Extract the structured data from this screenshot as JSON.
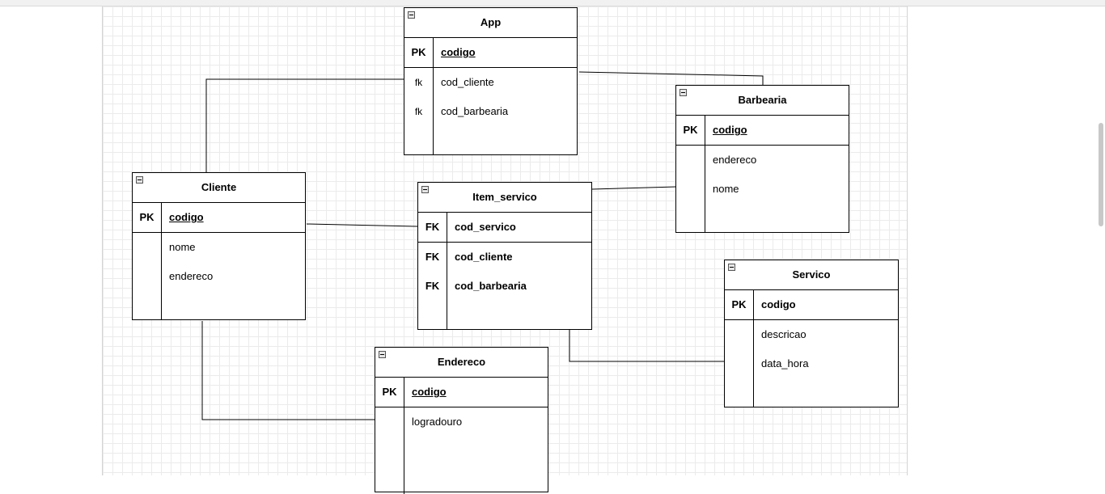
{
  "diagram": {
    "entities": {
      "app": {
        "title": "App",
        "pk": {
          "key": "PK",
          "field": "codigo"
        },
        "fields": [
          {
            "key": "fk",
            "name": "cod_cliente"
          },
          {
            "key": "fk",
            "name": "cod_barbearia"
          }
        ]
      },
      "barbearia": {
        "title": "Barbearia",
        "pk": {
          "key": "PK",
          "field": "codigo"
        },
        "fields": [
          {
            "key": "",
            "name": "endereco"
          },
          {
            "key": "",
            "name": "nome"
          }
        ]
      },
      "cliente": {
        "title": "Cliente",
        "pk": {
          "key": "PK",
          "field": "codigo"
        },
        "fields": [
          {
            "key": "",
            "name": "nome"
          },
          {
            "key": "",
            "name": "endereco"
          }
        ]
      },
      "item_servico": {
        "title": "Item_servico",
        "fk_rows": [
          {
            "key": "FK",
            "name": "cod_servico"
          },
          {
            "key": "FK",
            "name": "cod_cliente"
          },
          {
            "key": "FK",
            "name": "cod_barbearia"
          }
        ]
      },
      "servico": {
        "title": "Servico",
        "pk": {
          "key": "PK",
          "field": "codigo"
        },
        "fields": [
          {
            "key": "",
            "name": "descricao"
          },
          {
            "key": "",
            "name": "data_hora"
          }
        ]
      },
      "endereco": {
        "title": "Endereco",
        "pk": {
          "key": "PK",
          "field": "codigo"
        },
        "fields": [
          {
            "key": "",
            "name": "logradouro"
          }
        ]
      }
    },
    "relationships": [
      {
        "from": "App",
        "to": "Cliente"
      },
      {
        "from": "App",
        "to": "Barbearia"
      },
      {
        "from": "Cliente",
        "to": "Item_servico"
      },
      {
        "from": "Item_servico",
        "to": "Barbearia"
      },
      {
        "from": "Item_servico",
        "to": "Servico"
      },
      {
        "from": "Cliente",
        "to": "Endereco"
      }
    ]
  }
}
